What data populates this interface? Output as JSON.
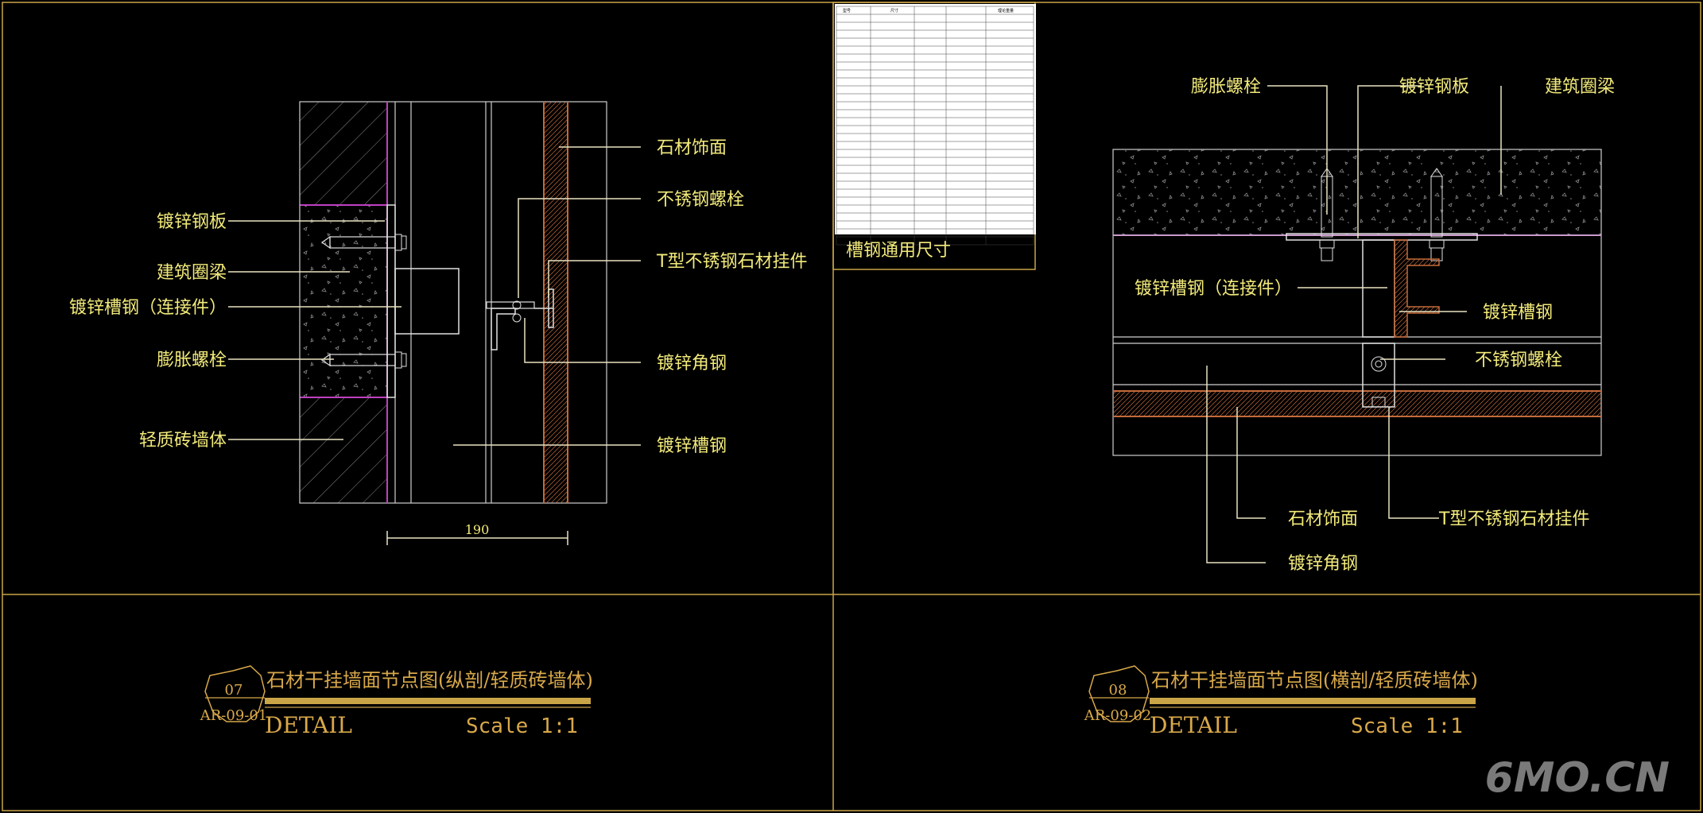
{
  "left_detail": {
    "labels": {
      "stone_face": "石材饰面",
      "stainless_bolt": "不锈钢螺栓",
      "t_hanger": "T型不锈钢石材挂件",
      "galv_angle": "镀锌角钢",
      "galv_channel": "镀锌槽钢",
      "galv_plate": "镀锌钢板",
      "ring_beam": "建筑圈梁",
      "galv_channel_connector": "镀锌槽钢（连接件）",
      "expansion_bolt": "膨胀螺栓",
      "light_brick_wall": "轻质砖墙体"
    },
    "dimension": "190",
    "number": "07",
    "sheet": "AR-09-01",
    "title": "石材干挂墙面节点图(纵剖/轻质砖墙体)",
    "detail": "DETAIL",
    "scale": "Scale 1:1"
  },
  "right_detail": {
    "labels": {
      "expansion_bolt": "膨胀螺栓",
      "galv_plate": "镀锌钢板",
      "ring_beam": "建筑圈梁",
      "galv_channel_connector": "镀锌槽钢（连接件）",
      "galv_channel": "镀锌槽钢",
      "stainless_bolt": "不锈钢螺栓",
      "stone_face": "石材饰面",
      "t_hanger": "T型不锈钢石材挂件",
      "galv_angle": "镀锌角钢"
    },
    "number": "08",
    "sheet": "AR-09-02",
    "title": "石材干挂墙面节点图(横剖/轻质砖墙体)",
    "detail": "DETAIL",
    "scale": "Scale 1:1"
  },
  "table": {
    "caption": "槽钢通用尺寸",
    "header": [
      "型号",
      "尺寸",
      "理论重量"
    ],
    "rows": 28
  },
  "watermark": "6MO.CN",
  "colors": {
    "background": "#000000",
    "label": "#f2ea7a",
    "title": "#d8a84a",
    "magenta": "#c040c0",
    "frame": "#c9a548"
  }
}
